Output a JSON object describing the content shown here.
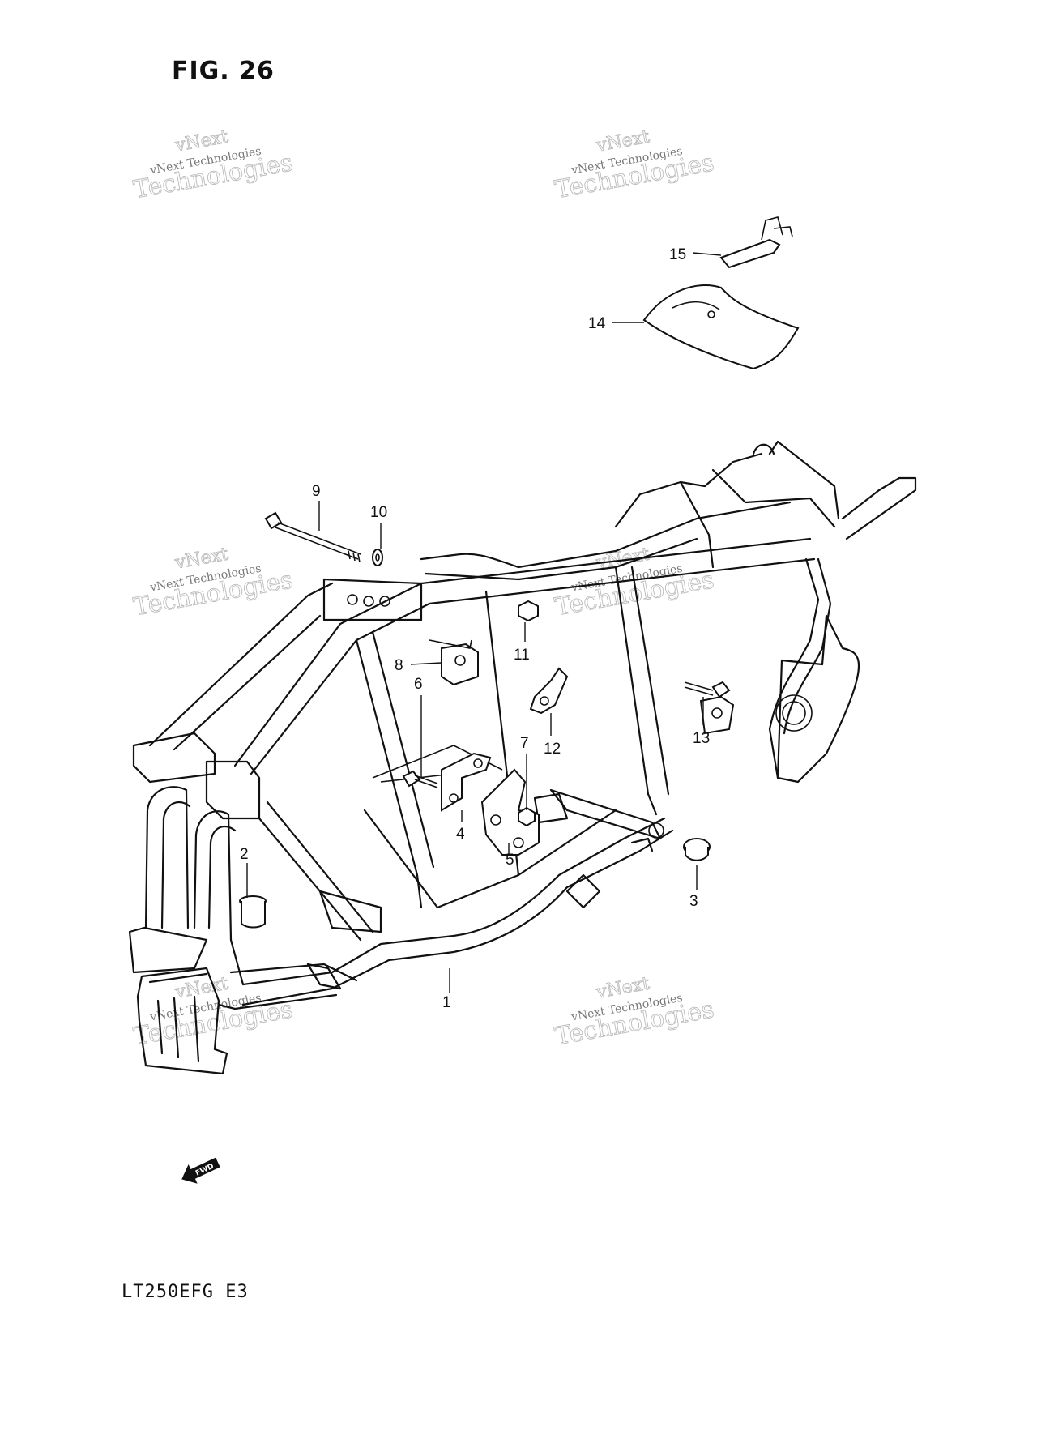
{
  "figure": {
    "title": "FIG. 26",
    "model": "LT250EFG  E3"
  },
  "fwd_label": "FWD",
  "watermark": {
    "line1": "vNext",
    "line2": "vNext Technologies",
    "line3": "Technologies"
  },
  "callouts": [
    "1",
    "2",
    "3",
    "4",
    "5",
    "6",
    "7",
    "8",
    "9",
    "10",
    "11",
    "12",
    "13",
    "14",
    "15"
  ]
}
